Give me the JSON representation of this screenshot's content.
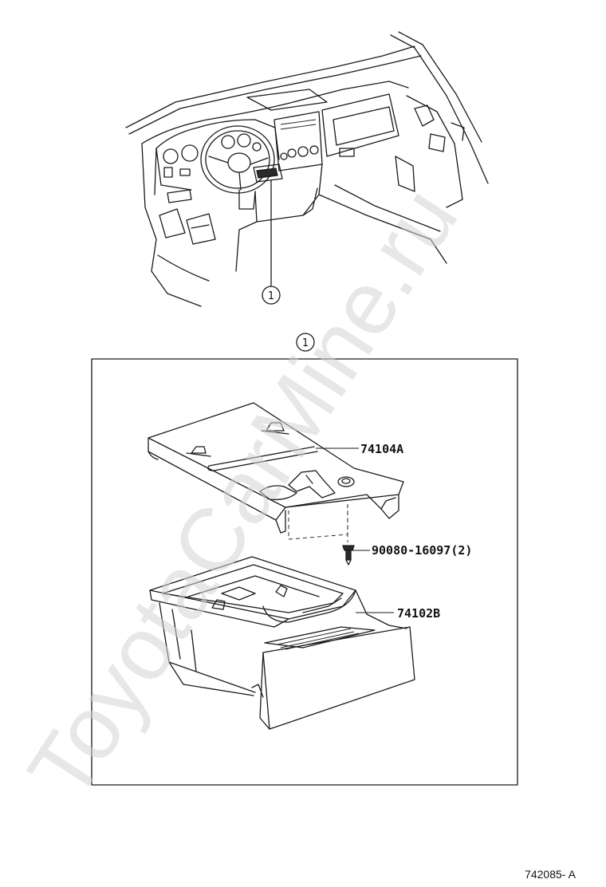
{
  "watermark": {
    "text": "ToyotaCarMine.ru"
  },
  "callouts": {
    "dashboard_ref": "1",
    "detail_ref": "1"
  },
  "parts": [
    {
      "number": "74104A"
    },
    {
      "number": "90080-16097(2)"
    },
    {
      "number": "74102B"
    }
  ],
  "figure_id": "742085- A"
}
